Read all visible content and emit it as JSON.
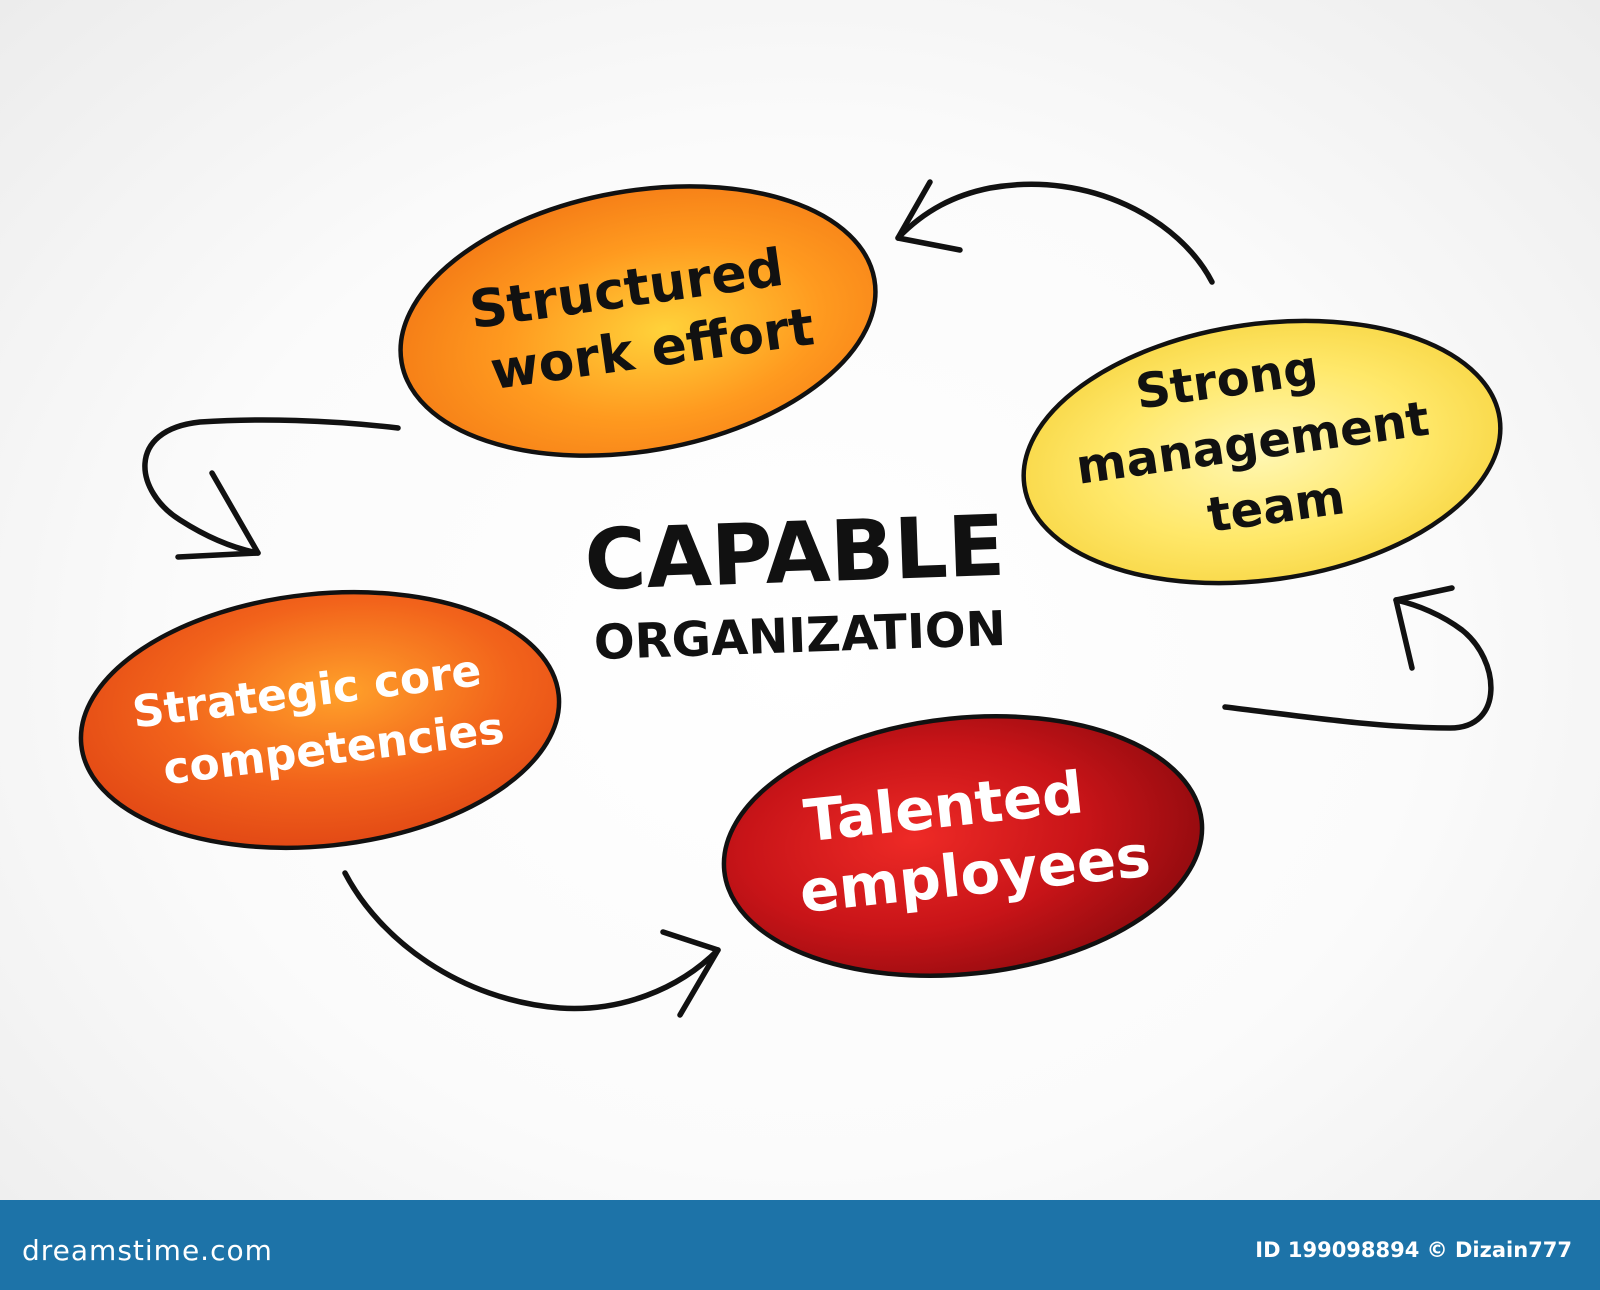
{
  "diagram": {
    "center": {
      "line1": "CAPABLE",
      "line2": "ORGANIZATION"
    },
    "nodes": [
      {
        "id": "structured",
        "lines": [
          "Structured",
          "work effort"
        ],
        "fill_colors": [
          "#ffd23a",
          "#ff9a1f",
          "#f47a16"
        ],
        "text_color": "#111111"
      },
      {
        "id": "strong",
        "lines": [
          "Strong",
          "management",
          "team"
        ],
        "fill_colors": [
          "#fff7b3",
          "#ffe86a",
          "#f6d23c"
        ],
        "text_color": "#111111"
      },
      {
        "id": "strategic",
        "lines": [
          "Strategic core",
          "competencies"
        ],
        "fill_colors": [
          "#ffa12a",
          "#f2631b",
          "#e04514"
        ],
        "text_color": "#ffffff"
      },
      {
        "id": "talented",
        "lines": [
          "Talented",
          "employees"
        ],
        "fill_colors": [
          "#ee2a26",
          "#c81418",
          "#8e0a0e"
        ],
        "text_color": "#ffffff"
      }
    ],
    "outline_color": "#111111",
    "arrow_color": "#111111"
  },
  "footer": {
    "site": "dreamstime.com",
    "credit": "ID 199098894 © Dizain777",
    "background": "#1d73a8"
  }
}
